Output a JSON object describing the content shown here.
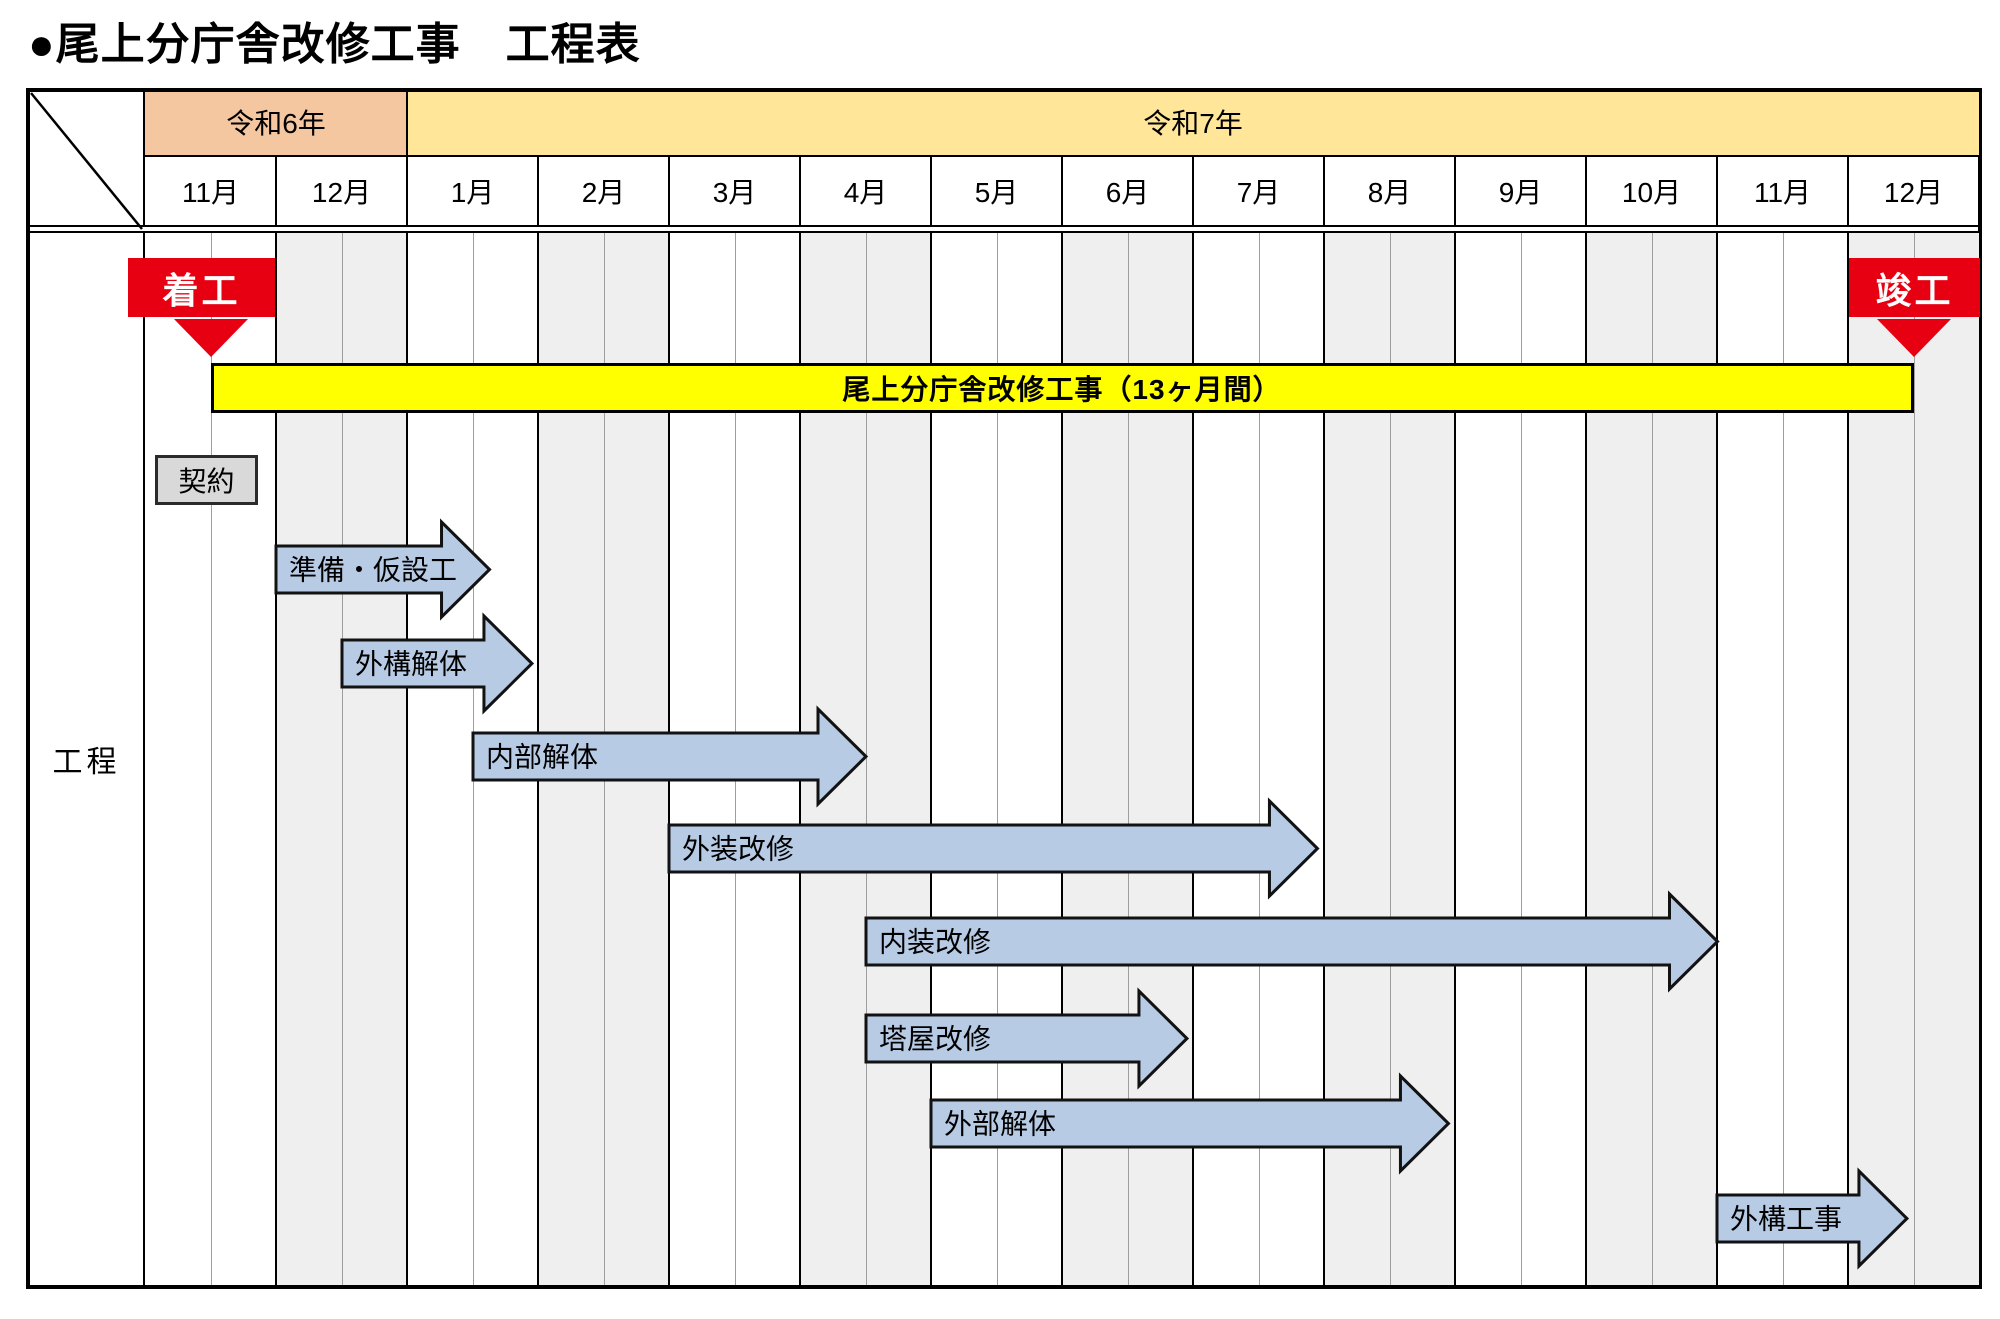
{
  "title": "●尾上分庁舎改修工事　工程表",
  "side_label": "工程",
  "header": {
    "years": [
      {
        "label": "令和6年",
        "months": [
          "11月",
          "12月"
        ]
      },
      {
        "label": "令和7年",
        "months": [
          "1月",
          "2月",
          "3月",
          "4月",
          "5月",
          "6月",
          "7月",
          "8月",
          "9月",
          "10月",
          "11月",
          "12月"
        ]
      }
    ]
  },
  "chart_data": {
    "type": "gantt",
    "title": "尾上分庁舎改修工事 工程表",
    "unit_note": "position unit = months elapsed from 令和6年11月1日 (0.5 = half month)",
    "months": [
      "11月",
      "12月",
      "1月",
      "2月",
      "3月",
      "4月",
      "5月",
      "6月",
      "7月",
      "8月",
      "9月",
      "10月",
      "11月",
      "12月"
    ],
    "milestones": [
      {
        "label": "着工",
        "position": 0.5
      },
      {
        "label": "竣工",
        "position": 13.5
      }
    ],
    "overall_bar": {
      "label": "尾上分庁舎改修工事（13ヶ月間）",
      "start": 0.5,
      "end": 13.5
    },
    "contract": {
      "label": "契約",
      "start": 0.08,
      "end": 0.86
    },
    "tasks": [
      {
        "name": "準備・仮設工",
        "start": 1.0,
        "end": 2.63
      },
      {
        "name": "外構解体",
        "start": 1.5,
        "end": 2.95
      },
      {
        "name": "内部解体",
        "start": 2.5,
        "end": 5.5
      },
      {
        "name": "外装改修",
        "start": 4.0,
        "end": 8.95
      },
      {
        "name": "内装改修",
        "start": 5.5,
        "end": 12.0
      },
      {
        "name": "塔屋改修",
        "start": 5.5,
        "end": 7.95
      },
      {
        "name": "外部解体",
        "start": 6.0,
        "end": 9.95
      },
      {
        "name": "外構工事",
        "start": 12.0,
        "end": 13.45
      }
    ],
    "colors": {
      "year1_bg": "#F4C7A1",
      "year2_bg": "#FFE699",
      "stripe_gray": "#EFEFEF",
      "halfline_gray": "#9E9E9E",
      "grid_black": "#000000",
      "task_fill": "#B7CBE5",
      "task_border": "#121212",
      "milestone_red": "#E60012",
      "overall_fill": "#FFFF00",
      "contract_fill": "#D9D9D9"
    },
    "legend_position": "none",
    "grid": true
  }
}
